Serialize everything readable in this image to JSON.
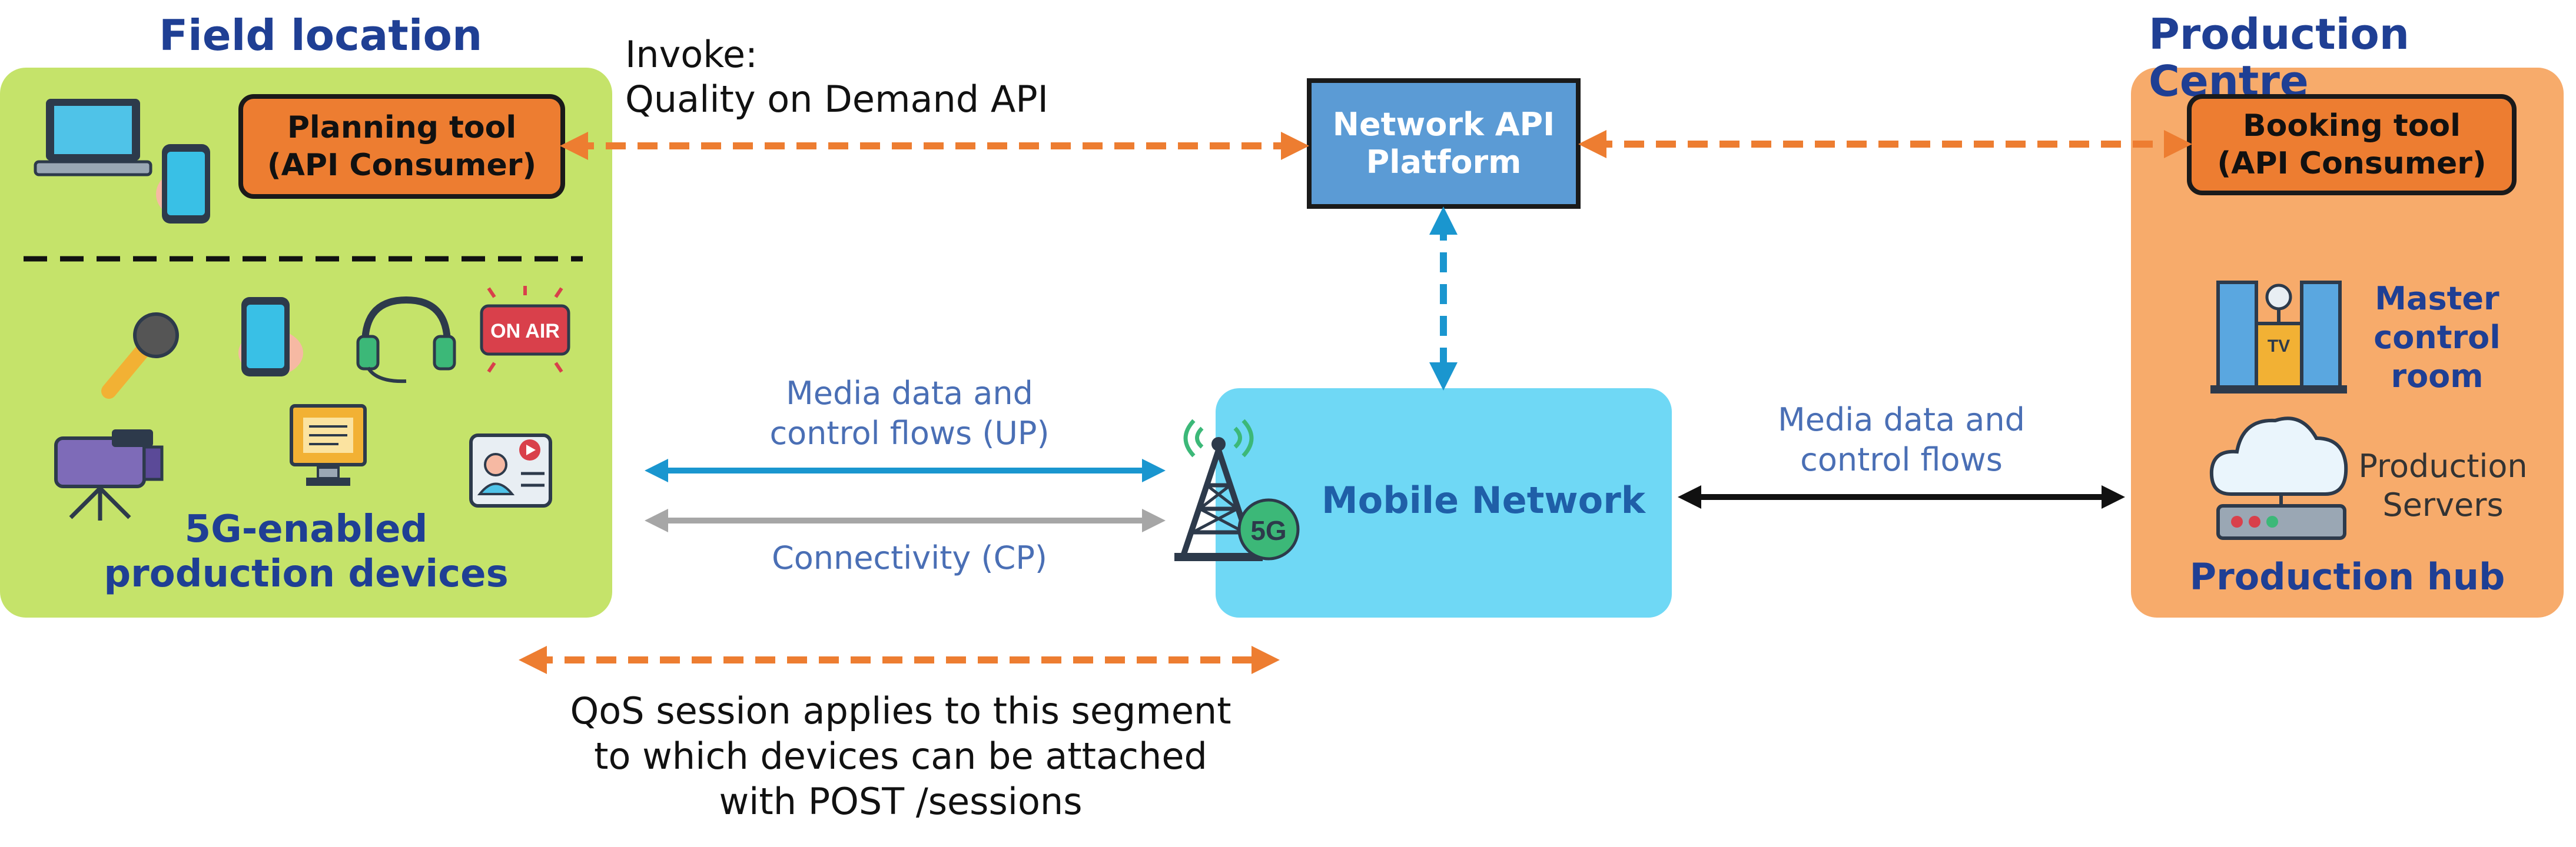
{
  "field": {
    "title": "Field location",
    "planning_tool": {
      "line1": "Planning tool",
      "line2": "(API Consumer)"
    },
    "devices_label": {
      "line1": "5G-enabled",
      "line2": "production devices"
    },
    "on_air_text": "ON AIR"
  },
  "production": {
    "title": "Production Centre",
    "booking_tool": {
      "line1": "Booking tool",
      "line2": "(API Consumer)"
    },
    "master_control": {
      "line1": "Master",
      "line2": "control",
      "line3": "room"
    },
    "servers": {
      "line1": "Production",
      "line2": "Servers"
    },
    "hub_label": "Production hub",
    "tv_text": "TV"
  },
  "invoke": {
    "line1": "Invoke:",
    "line2": "Quality on Demand API"
  },
  "platform": {
    "line1": "Network API",
    "line2": "Platform"
  },
  "mobile_network": {
    "label": "Mobile Network",
    "badge": "5G"
  },
  "flows": {
    "up": {
      "line1": "Media data and",
      "line2": "control flows (UP)"
    },
    "cp": "Connectivity (CP)",
    "right": {
      "line1": "Media data and",
      "line2": "control flows"
    }
  },
  "qos_note": {
    "line1": "QoS session applies to this segment",
    "line2": "to which devices can be attached",
    "line3": "with POST /sessions"
  },
  "colors": {
    "field_panel": "#c5e36a",
    "production_panel": "#f7ab6b",
    "mobile_network": "#6fd8f5",
    "platform": "#5b9bd5",
    "api_consumer": "#ed7d31",
    "dashed_arrow_orange": "#ed7d31",
    "dashed_arrow_blue": "#1a96cf",
    "up_arrow": "#1a96cf",
    "cp_arrow": "#a6a6a6",
    "heading": "#1f3f94"
  },
  "icons": [
    "laptop-icon",
    "phone-icon",
    "microphone-icon",
    "headset-icon",
    "on-air-sign-icon",
    "video-camera-icon",
    "teleprompter-icon",
    "video-tutor-icon",
    "cell-tower-icon",
    "5g-badge-icon",
    "tv-building-icon",
    "cloud-server-icon"
  ]
}
